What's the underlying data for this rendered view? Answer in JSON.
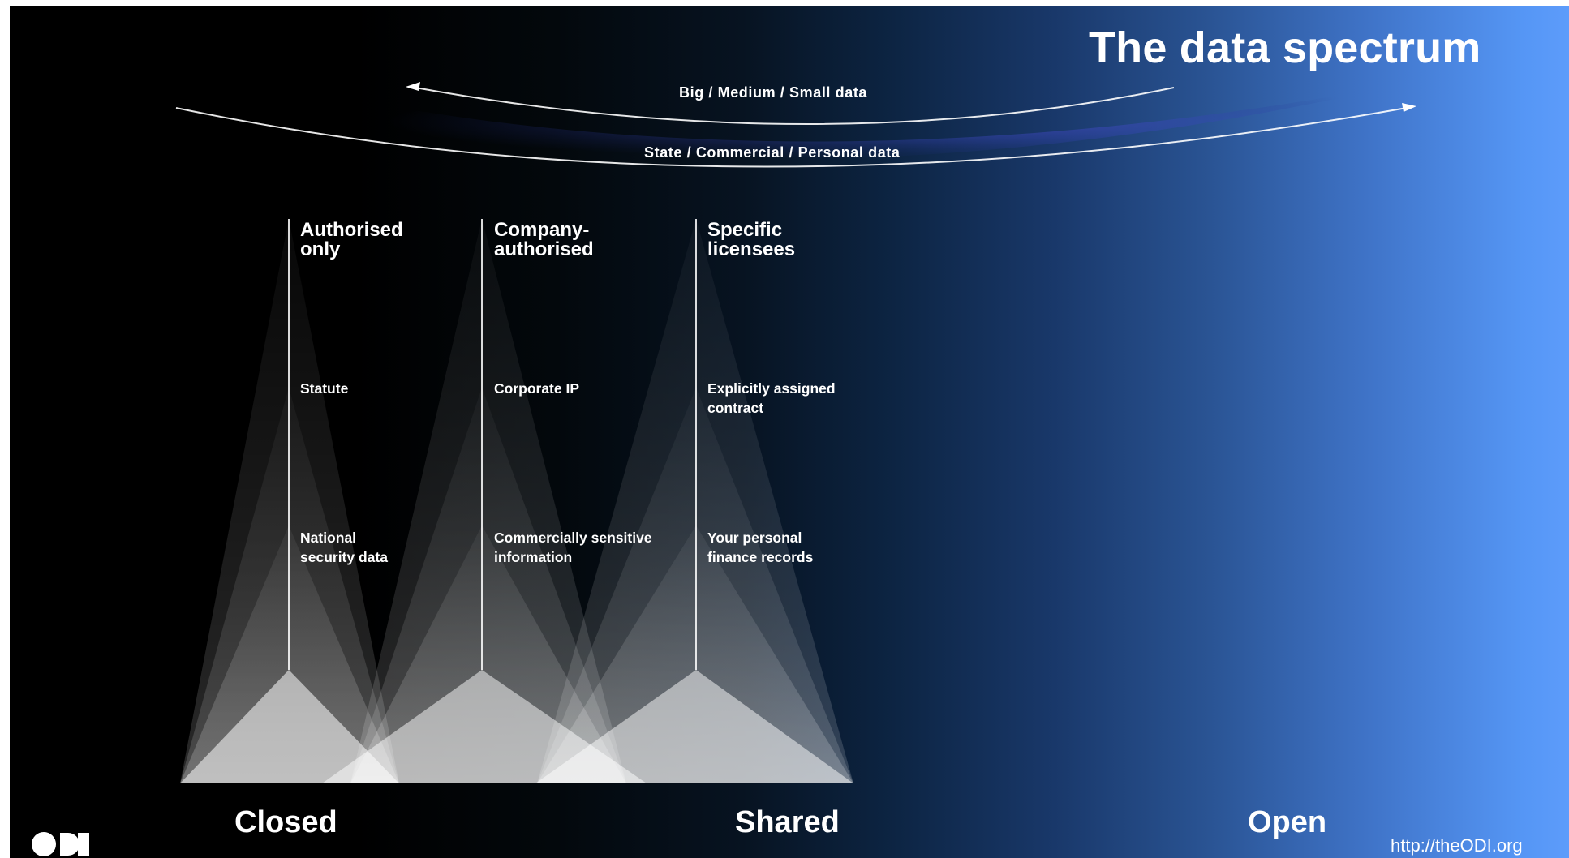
{
  "slide": {
    "title": "The data spectrum",
    "arc_top_label": "Big  /  Medium  /  Small data",
    "arc_bottom_label": "State  /  Commercial  /  Personal data"
  },
  "columns": [
    {
      "heading": "Authorised only",
      "middle": "Statute",
      "bottom": "National security data"
    },
    {
      "heading": "Company-authorised",
      "middle": "Corporate IP",
      "bottom": "Commercially sensitive information"
    },
    {
      "heading": "Specific licensees",
      "middle": "Explicitly assigned contract",
      "bottom": "Your personal finance records"
    }
  ],
  "spectrum": {
    "closed": "Closed",
    "shared": "Shared",
    "open": "Open"
  },
  "footer": {
    "url": "http://theODI.org",
    "logo_text": "ODI"
  },
  "colors": {
    "background_start": "#000000",
    "background_end": "#5d9cfb",
    "text": "#ffffff"
  },
  "icons": {
    "logo": "odi-logo-icon"
  }
}
